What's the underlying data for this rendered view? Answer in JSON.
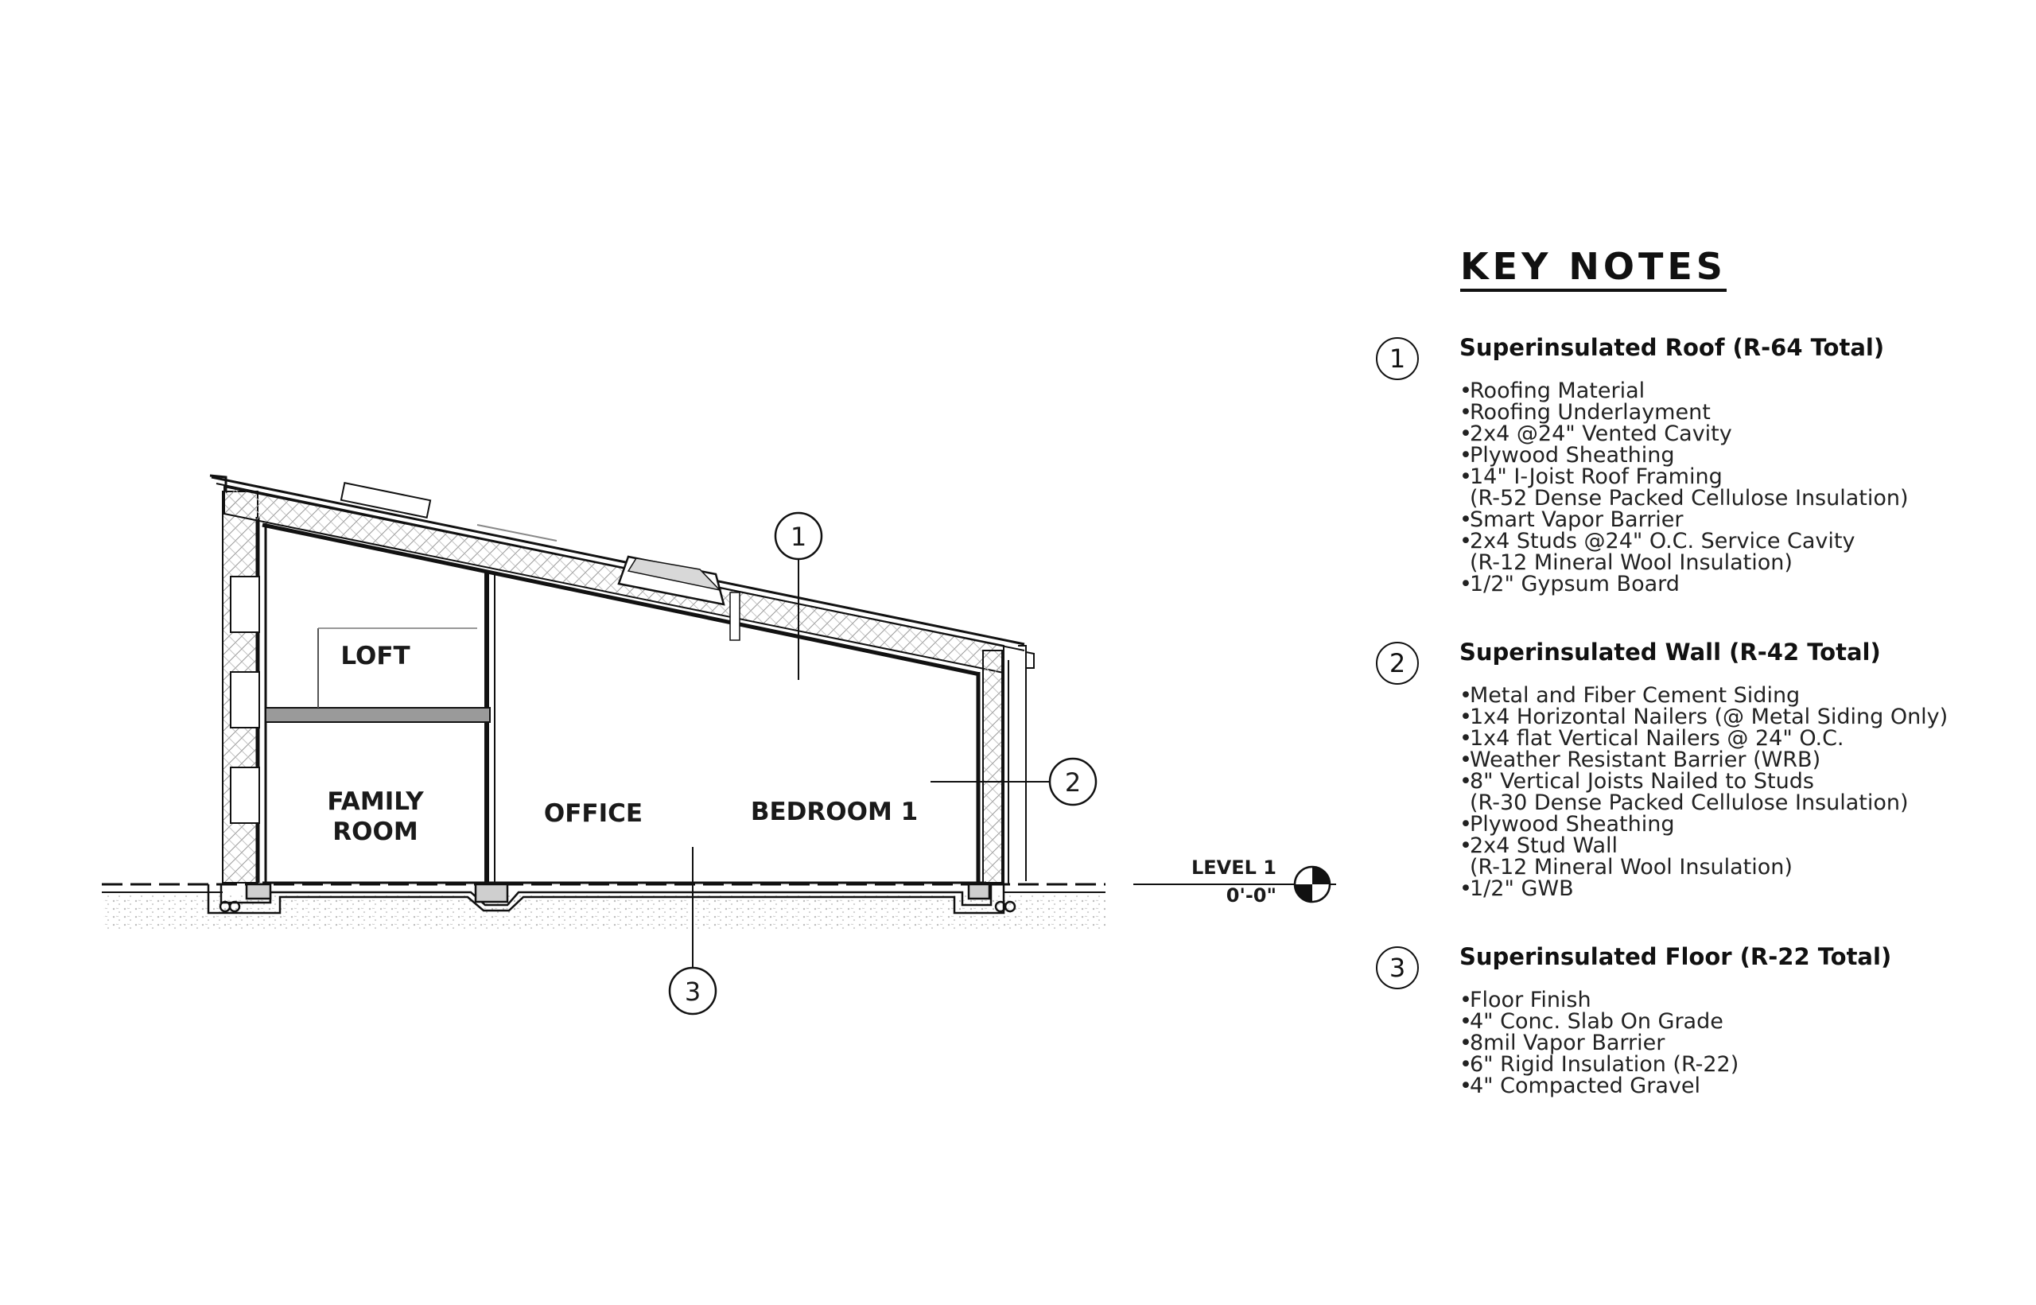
{
  "rooms": {
    "loft": "LOFT",
    "family_room_line1": "FAMILY",
    "family_room_line2": "ROOM",
    "office": "OFFICE",
    "bedroom": "BEDROOM 1"
  },
  "callouts": [
    "1",
    "2",
    "3"
  ],
  "level_marker": {
    "name": "LEVEL 1",
    "elevation": "0'-0\""
  },
  "key_notes": {
    "title": "KEY NOTES",
    "notes": [
      {
        "number": "1",
        "title": "Superinsulated Roof (R-64 Total)",
        "items": [
          {
            "text": "Roofing Material",
            "bullet": true
          },
          {
            "text": "Roofing Underlayment",
            "bullet": true
          },
          {
            "text": "2x4 @24\" Vented Cavity",
            "bullet": true
          },
          {
            "text": "Plywood Sheathing",
            "bullet": true
          },
          {
            "text": "14\" I-Joist Roof Framing",
            "bullet": true
          },
          {
            "text": "(R-52 Dense Packed Cellulose Insulation)",
            "bullet": false
          },
          {
            "text": "Smart Vapor Barrier",
            "bullet": true
          },
          {
            "text": "2x4 Studs @24\" O.C. Service Cavity",
            "bullet": true
          },
          {
            "text": "(R-12 Mineral Wool Insulation)",
            "bullet": false
          },
          {
            "text": "1/2\" Gypsum Board",
            "bullet": true
          }
        ]
      },
      {
        "number": "2",
        "title": "Superinsulated Wall (R-42 Total)",
        "items": [
          {
            "text": "Metal and Fiber Cement Siding",
            "bullet": true
          },
          {
            "text": "1x4 Horizontal Nailers (@ Metal Siding Only)",
            "bullet": true
          },
          {
            "text": "1x4 flat Vertical Nailers @ 24\" O.C.",
            "bullet": true
          },
          {
            "text": "Weather Resistant Barrier (WRB)",
            "bullet": true
          },
          {
            "text": "8\" Vertical Joists Nailed to Studs",
            "bullet": true
          },
          {
            "text": "(R-30 Dense Packed Cellulose Insulation)",
            "bullet": false
          },
          {
            "text": "Plywood Sheathing",
            "bullet": true
          },
          {
            "text": "2x4 Stud Wall",
            "bullet": true
          },
          {
            "text": "(R-12 Mineral Wool Insulation)",
            "bullet": false
          },
          {
            "text": "1/2\" GWB",
            "bullet": true
          }
        ]
      },
      {
        "number": "3",
        "title": "Superinsulated Floor (R-22 Total)",
        "items": [
          {
            "text": "Floor Finish",
            "bullet": true
          },
          {
            "text": "4\" Conc. Slab On Grade",
            "bullet": true
          },
          {
            "text": "8mil Vapor Barrier",
            "bullet": true
          },
          {
            "text": "6\" Rigid Insulation (R-22)",
            "bullet": true
          },
          {
            "text": "4\" Compacted Gravel",
            "bullet": true
          }
        ]
      }
    ]
  }
}
